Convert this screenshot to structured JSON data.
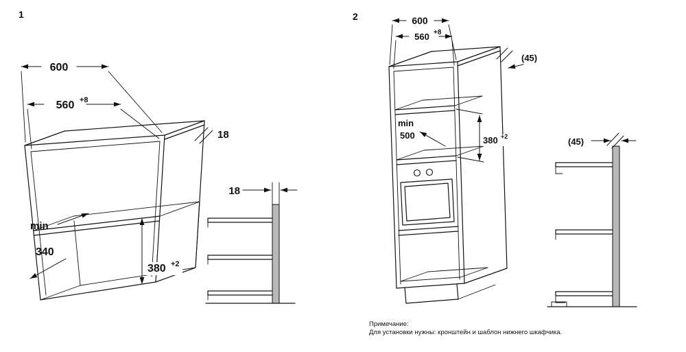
{
  "colors": {
    "line": "#111111",
    "wall_fill": "#b8b8b8",
    "page_bg": "#ffffff"
  },
  "figure1": {
    "index": "1",
    "outer_width": "600",
    "inner_width": "560",
    "inner_width_tol": "+8",
    "top_panel_thickness": "18",
    "side_panel_thickness": "18",
    "min_label": "min",
    "min_depth": "340",
    "niche_height": "380",
    "niche_height_tol": "+2"
  },
  "figure2": {
    "index": "2",
    "outer_width": "600",
    "inner_width": "560",
    "inner_width_tol": "+8",
    "top_gap": "(45)",
    "min_label": "min",
    "min_depth": "500",
    "niche_height": "380",
    "niche_height_tol": "+2",
    "side_gap": "(45)"
  },
  "note": {
    "title": "Примечание:",
    "body": "Для установки нужны: кронштейн и шаблон нижнего шкафчика."
  }
}
